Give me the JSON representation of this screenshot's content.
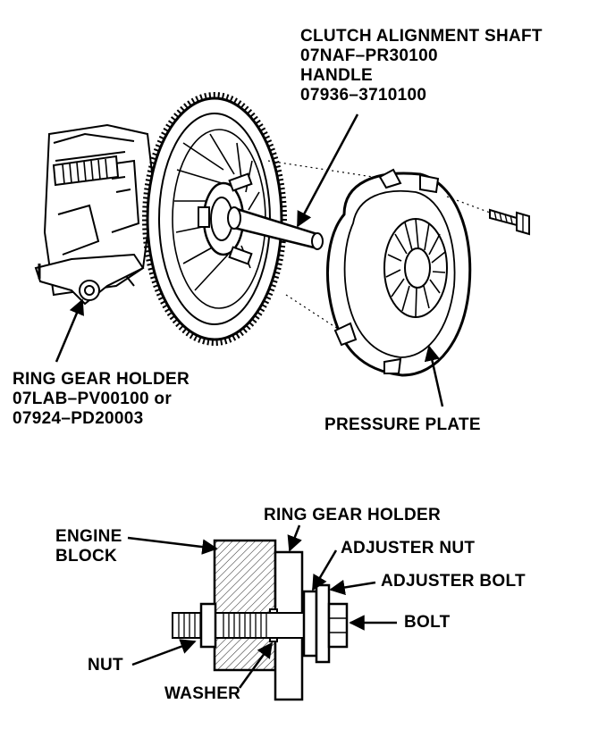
{
  "top_view": {
    "clutch_shaft": {
      "line1": "CLUTCH ALIGNMENT SHAFT",
      "line2": "07NAF–PR30100",
      "line3": "HANDLE",
      "line4": "07936–3710100"
    },
    "ring_gear_holder": {
      "line1": "RING GEAR HOLDER",
      "line2": "07LAB–PV00100 or",
      "line3": "07924–PD20003"
    },
    "pressure_plate": "PRESSURE PLATE"
  },
  "bottom_view": {
    "ring_gear_holder": "RING GEAR HOLDER",
    "engine_block_line1": "ENGINE",
    "engine_block_line2": "BLOCK",
    "adjuster_nut": "ADJUSTER NUT",
    "adjuster_bolt": "ADJUSTER BOLT",
    "bolt": "BOLT",
    "nut": "NUT",
    "washer": "WASHER"
  }
}
